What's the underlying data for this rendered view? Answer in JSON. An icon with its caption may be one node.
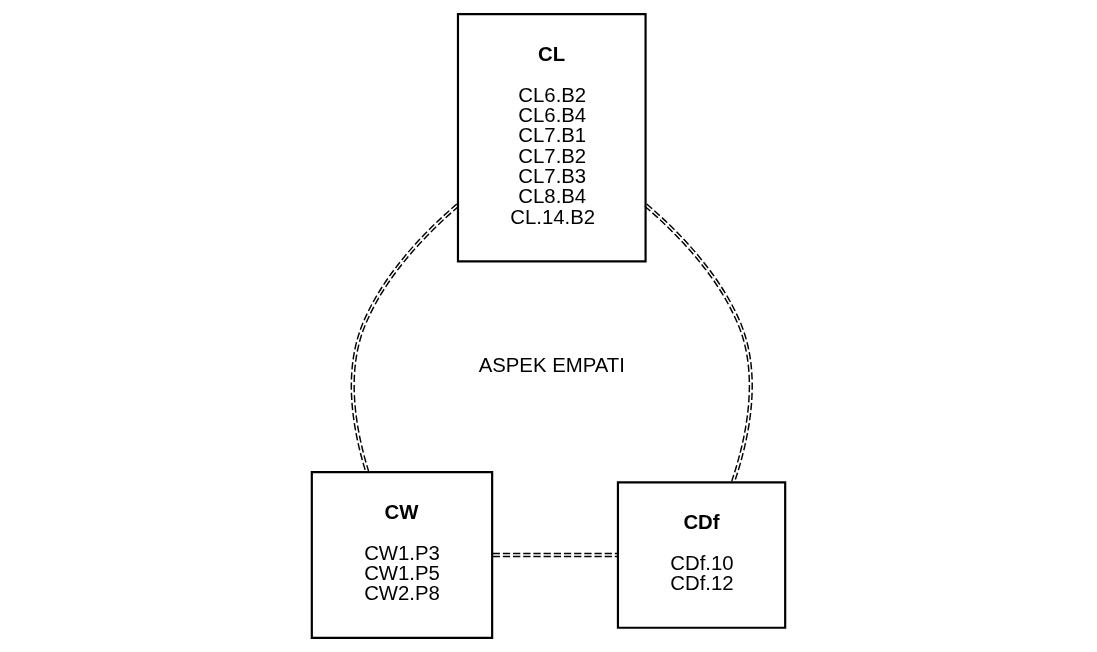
{
  "diagram": {
    "nodes": [
      {
        "text": [
          "CL",
          "CL6.B2",
          "CL6.B4",
          "CL7.B1",
          "CL7.B2",
          "CL7.B3",
          "CL8.B4",
          "CL.14.B2"
        ]
      },
      {
        "text": [
          "CW",
          "CW1.P3",
          "CW1.P5",
          "CW2.P8"
        ]
      },
      {
        "text": [
          "CDf",
          "CDf.10",
          "CDf.12"
        ]
      }
    ],
    "edges": [
      {
        "from": 0,
        "to": 1,
        "arrow": "none",
        "style": "dashed"
      },
      {
        "from": 0,
        "to": 2,
        "arrow": "none",
        "style": "dashed"
      },
      {
        "from": 1,
        "to": 2,
        "arrow": "none",
        "style": "dashed"
      }
    ],
    "labels": [
      "ASPEK EMPATI"
    ]
  }
}
